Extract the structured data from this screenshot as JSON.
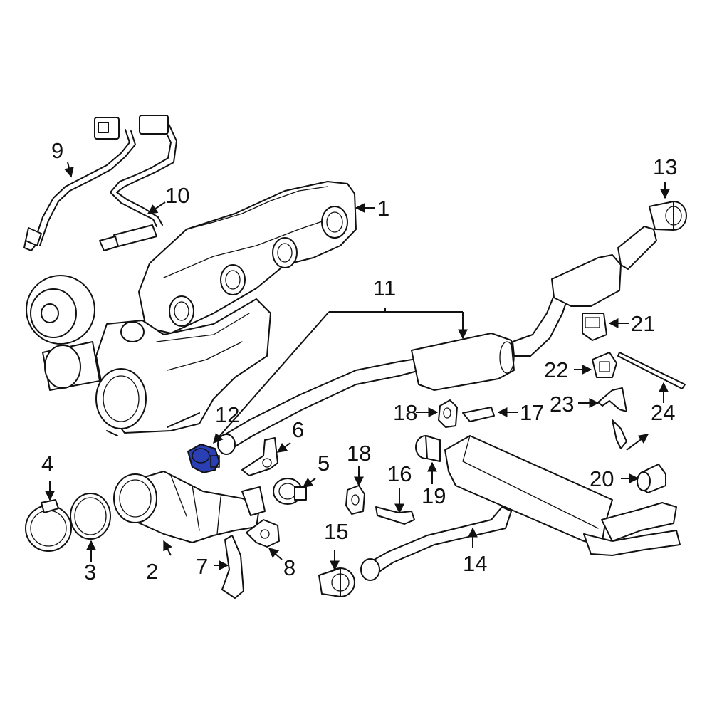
{
  "highlight_color": "#2a3fb3",
  "callouts": {
    "c1": "1",
    "c2": "2",
    "c3": "3",
    "c4": "4",
    "c5": "5",
    "c6": "6",
    "c7": "7",
    "c8": "8",
    "c9": "9",
    "c10": "10",
    "c11": "11",
    "c12": "12",
    "c13": "13",
    "c14": "14",
    "c15": "15",
    "c16": "16",
    "c17": "17",
    "c18a": "18",
    "c18b": "18",
    "c19": "19",
    "c20": "20",
    "c21": "21",
    "c22": "22",
    "c23": "23",
    "c24": "24"
  }
}
